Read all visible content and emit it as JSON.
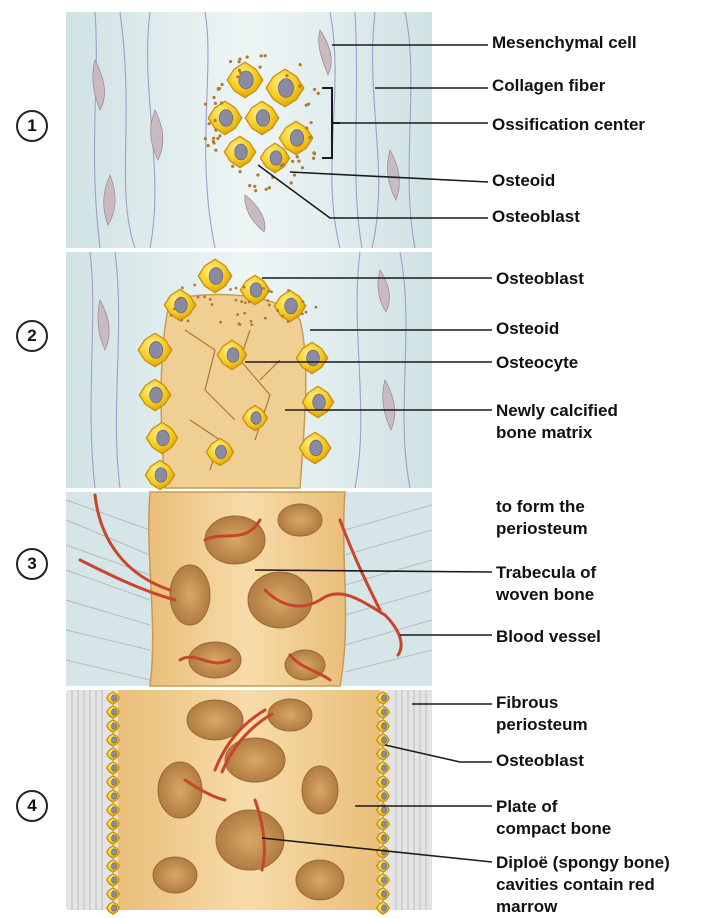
{
  "steps": [
    {
      "number": "1",
      "labels": [
        {
          "key": "mesenchymal",
          "lines": [
            "Mesenchymal cell"
          ]
        },
        {
          "key": "collagen",
          "lines": [
            "Collagen fiber"
          ]
        },
        {
          "key": "ossification",
          "lines": [
            "Ossification center"
          ]
        },
        {
          "key": "osteoid",
          "lines": [
            "Osteoid"
          ]
        },
        {
          "key": "osteoblast",
          "lines": [
            "Osteoblast"
          ]
        }
      ]
    },
    {
      "number": "2",
      "labels": [
        {
          "key": "osteoblast",
          "lines": [
            "Osteoblast"
          ]
        },
        {
          "key": "osteoid",
          "lines": [
            "Osteoid"
          ]
        },
        {
          "key": "osteocyte",
          "lines": [
            "Osteocyte"
          ]
        },
        {
          "key": "matrix",
          "lines": [
            "Newly calcified",
            "bone matrix"
          ]
        }
      ]
    },
    {
      "number": "3",
      "labels": [
        {
          "key": "periosteum",
          "lines": [
            "to form the",
            "periosteum"
          ]
        },
        {
          "key": "trabecula",
          "lines": [
            "Trabecula of",
            "woven bone"
          ]
        },
        {
          "key": "blood-vessel",
          "lines": [
            "Blood vessel"
          ]
        }
      ]
    },
    {
      "number": "4",
      "labels": [
        {
          "key": "fibrous",
          "lines": [
            "Fibrous",
            "periosteum"
          ]
        },
        {
          "key": "osteoblast",
          "lines": [
            "Osteoblast"
          ]
        },
        {
          "key": "plate",
          "lines": [
            "Plate of",
            "compact bone"
          ]
        },
        {
          "key": "diploe",
          "lines": [
            "Diploë (spongy bone)",
            "cavities contain red",
            "marrow"
          ]
        }
      ]
    }
  ],
  "colors": {
    "tissue_bg": "#dbe9ea",
    "fiber": "#9a93c4",
    "cell_fill": "#f2c719",
    "cell_edge": "#c98d08",
    "nucleus": "#8a8aa0",
    "bone": "#f0cf93",
    "bone_shadow": "#c99a55",
    "vessel": "#c9442c",
    "periosteum": "#c9c9c9",
    "leader": "#1a1a1a"
  }
}
